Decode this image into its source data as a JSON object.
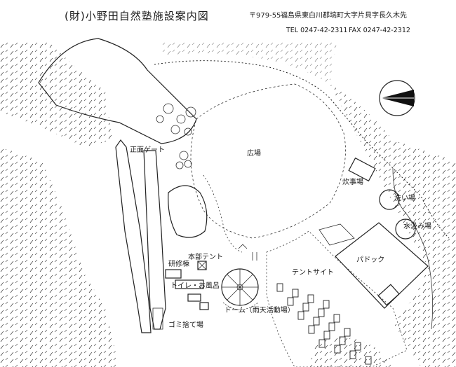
{
  "header": {
    "title": "(財)小野田自然塾施設案内図",
    "postal": "〒979-55",
    "address": "福島県東白川郡塙町大字片貝字長久木先",
    "tel": "TEL 0247-42-2311",
    "fax": "FAX 0247-42-2312"
  },
  "labels": {
    "hiroba": "広場",
    "front_gate": "正面ゲート",
    "suiji": "炊事場",
    "araiba": "洗い場",
    "mizukumi": "水汲み場",
    "paddock": "パドック",
    "honbu_tent": "本部テント",
    "kenshu": "研修棟",
    "toilet": "トイレ・お風呂",
    "tent_site": "テントサイト",
    "dome": "ドーム（雨天活動場）",
    "gomi": "ゴミ捨て場"
  },
  "icons": {
    "compass": "north-arrow-icon"
  }
}
